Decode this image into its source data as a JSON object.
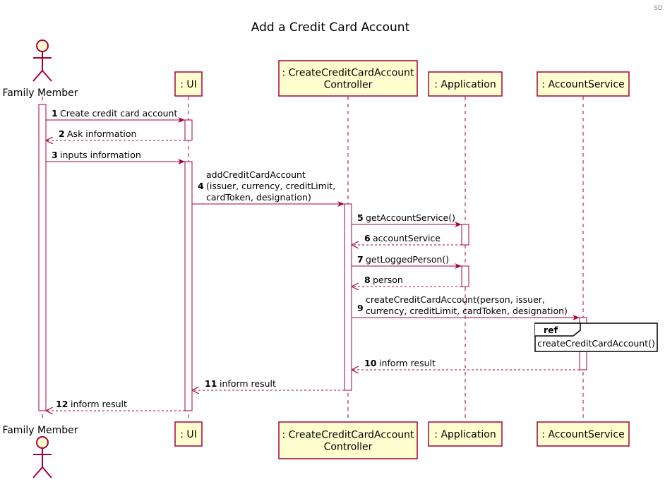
{
  "corner_tag": "SD",
  "title": "Add a Credit Card Account",
  "colors": {
    "arrow": "#A80036",
    "participant_fill": "#FEFECE",
    "lifeline": "#A80036",
    "ref_fill": "#FFFFFF",
    "ref_border": "#000000"
  },
  "actor": {
    "name": "Family Member",
    "icon": "stick-figure-icon"
  },
  "participants": [
    {
      "id": "ui",
      "lines": [
        ": UI"
      ]
    },
    {
      "id": "controller",
      "lines": [
        ": CreateCreditCardAccount",
        "Controller"
      ]
    },
    {
      "id": "app",
      "lines": [
        ": Application"
      ]
    },
    {
      "id": "svc",
      "lines": [
        ": AccountService"
      ]
    }
  ],
  "messages": [
    {
      "num": "1",
      "lines": [
        "Create credit card account"
      ],
      "from": "actor",
      "to": "ui",
      "type": "sync"
    },
    {
      "num": "2",
      "lines": [
        "Ask information"
      ],
      "from": "ui",
      "to": "actor",
      "type": "return"
    },
    {
      "num": "3",
      "lines": [
        "inputs information"
      ],
      "from": "actor",
      "to": "ui",
      "type": "sync"
    },
    {
      "num": "4",
      "lines": [
        "addCreditCardAccount",
        "(issuer, currency, creditLimit,",
        "cardToken, designation)"
      ],
      "from": "ui",
      "to": "controller",
      "type": "sync"
    },
    {
      "num": "5",
      "lines": [
        "getAccountService()"
      ],
      "from": "controller",
      "to": "app",
      "type": "sync"
    },
    {
      "num": "6",
      "lines": [
        "accountService"
      ],
      "from": "app",
      "to": "controller",
      "type": "return"
    },
    {
      "num": "7",
      "lines": [
        "getLoggedPerson()"
      ],
      "from": "controller",
      "to": "app",
      "type": "sync"
    },
    {
      "num": "8",
      "lines": [
        "person"
      ],
      "from": "app",
      "to": "controller",
      "type": "return"
    },
    {
      "num": "9",
      "lines": [
        "createCreditCardAccount(person, issuer,",
        "currency, creditLimit, cardToken, designation)"
      ],
      "from": "controller",
      "to": "svc",
      "type": "sync"
    },
    {
      "num": "10",
      "lines": [
        "inform result"
      ],
      "from": "svc",
      "to": "controller",
      "type": "return"
    },
    {
      "num": "11",
      "lines": [
        "inform result"
      ],
      "from": "controller",
      "to": "ui",
      "type": "return"
    },
    {
      "num": "12",
      "lines": [
        "inform result"
      ],
      "from": "ui",
      "to": "actor",
      "type": "return"
    }
  ],
  "ref": {
    "label": "ref",
    "text": "createCreditCardAccount()"
  }
}
